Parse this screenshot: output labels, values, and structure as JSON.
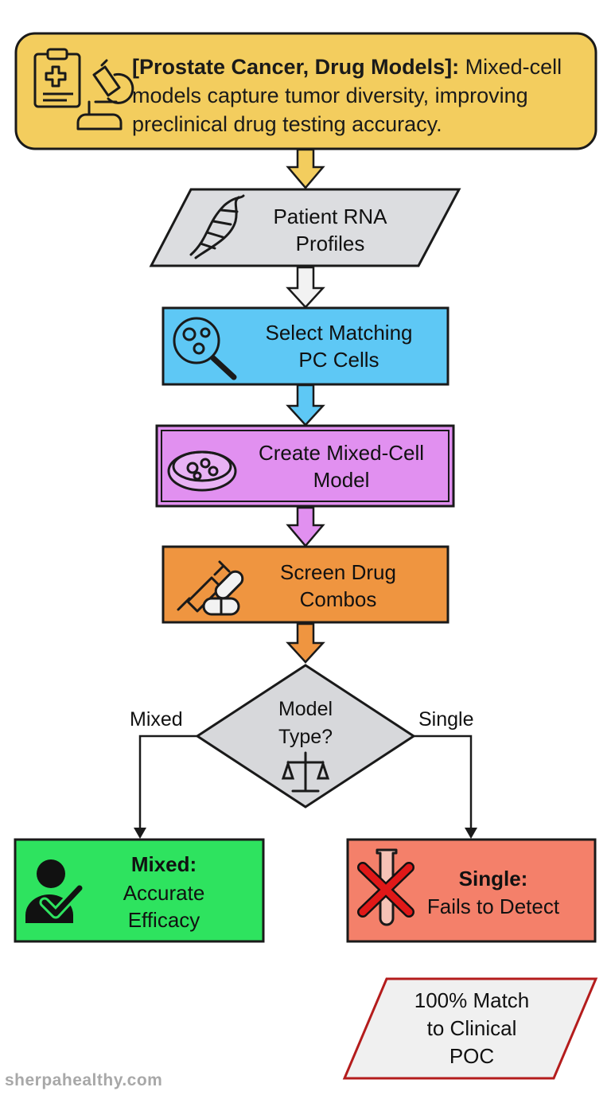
{
  "header": {
    "bold": "[Prostate Cancer, Drug Models]:",
    "text": " Mixed-cell models capture tumor diversity, improving preclinical drug testing accuracy."
  },
  "nodes": {
    "rna": "Patient RNA\nProfiles",
    "select": "Select Matching\nPC Cells",
    "create": "Create Mixed-Cell\nModel",
    "screen": "Screen Drug\nCombos",
    "decision": "Model\nType?",
    "mixed_title": "Mixed:",
    "mixed_text": "Accurate\nEfficacy",
    "single_title": "Single:",
    "single_text": "Fails to Detect",
    "poc": "100% Match\nto Clinical\nPOC"
  },
  "edges": {
    "left_label": "Mixed",
    "right_label": "Single"
  },
  "footer": {
    "watermark": "sherpahealthy.com"
  },
  "colors": {
    "header": "#f3cd5e",
    "rna": "#dcdde0",
    "select": "#5ec8f5",
    "create": "#e190f0",
    "screen": "#ef9540",
    "decision": "#d7d8db",
    "mixed": "#2ee35f",
    "single": "#f4806a",
    "poc_border": "#b41c1c"
  },
  "icons": [
    "clipboard-icon",
    "microscope-icon",
    "dna-icon",
    "magnifier-cells-icon",
    "petri-dish-icon",
    "syringe-pill-icon",
    "scale-icon",
    "person-check-icon",
    "test-tube-x-icon"
  ]
}
